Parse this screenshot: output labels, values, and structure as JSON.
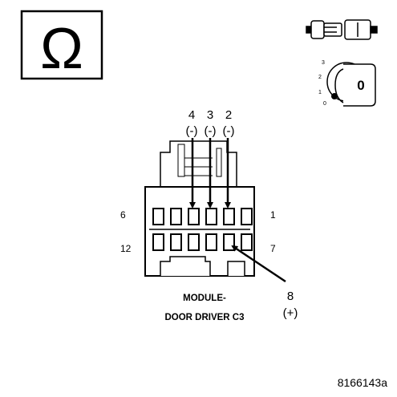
{
  "icons": {
    "meter_mode": "ohm-icon",
    "meter_mode_symbol": "Ω",
    "connector_state": "disconnected-connector-icon",
    "ignition_switch": "ignition-key-icon"
  },
  "ignition": {
    "position_labels": [
      "0",
      "1",
      "2",
      "3"
    ],
    "key_label": "0"
  },
  "connector": {
    "name_line1": "MODULE-",
    "name_line2": "DOOR DRIVER C3",
    "corner_pins": {
      "top_left": "6",
      "top_right": "1",
      "bottom_left": "12",
      "bottom_right": "7"
    },
    "probes": [
      {
        "pin": "4",
        "polarity": "(-)"
      },
      {
        "pin": "3",
        "polarity": "(-)"
      },
      {
        "pin": "2",
        "polarity": "(-)"
      },
      {
        "pin": "8",
        "polarity": "(+)"
      }
    ]
  },
  "figure_id": "8166143a"
}
